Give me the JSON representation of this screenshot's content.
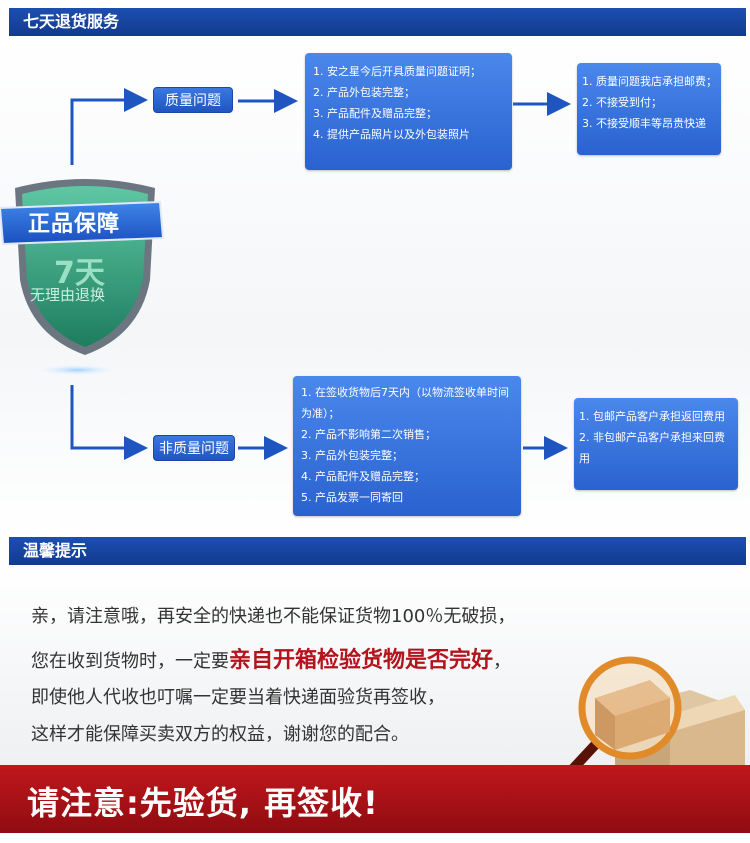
{
  "headers": {
    "return_service": "七天退货服务",
    "warm_tips": "温馨提示"
  },
  "shield": {
    "ribbon_text": "正品保障",
    "days": "7天",
    "subtitle": "无理由退换"
  },
  "quality": {
    "label": "质量问题",
    "conditions": [
      "1. 安之星今后开具质量问题证明；",
      "2. 产品外包装完整；",
      "3. 产品配件及赠品完整；",
      "4. 提供产品照片以及外包装照片"
    ],
    "policy": [
      "1. 质量问题我店承担邮费；",
      "2. 不接受到付；",
      "3. 不接受顺丰等昂贵快递"
    ]
  },
  "non_quality": {
    "label": "非质量问题",
    "conditions": [
      "1. 在签收货物后7天内（以物流签收单时间为准）；",
      "2. 产品不影响第二次销售；",
      "3. 产品外包装完整；",
      "4. 产品配件及赠品完整；",
      "5. 产品发票一同寄回"
    ],
    "policy": [
      "1. 包邮产品客户承担返回费用",
      "2. 非包邮产品客户承担来回费用"
    ]
  },
  "tips": {
    "line1": "亲，请注意哦，再安全的快递也不能保证货物100％无破损，",
    "line2_prefix": "您在收到货物时，一定要",
    "line2_highlight": "亲自开箱检验货物是否完好",
    "line2_suffix": "，",
    "line3": "即使他人代收也叮嘱一定要当着快递面验货再签收，",
    "line4": "这样才能保障买卖双方的权益，谢谢您的配合。"
  },
  "notice": "请注意:先验货, 再签收!",
  "colors": {
    "header_blue": "#1d4fb0",
    "box_blue": "#3a76e0",
    "shield_green": "#2e9a78",
    "alert_red": "#b4141c"
  }
}
